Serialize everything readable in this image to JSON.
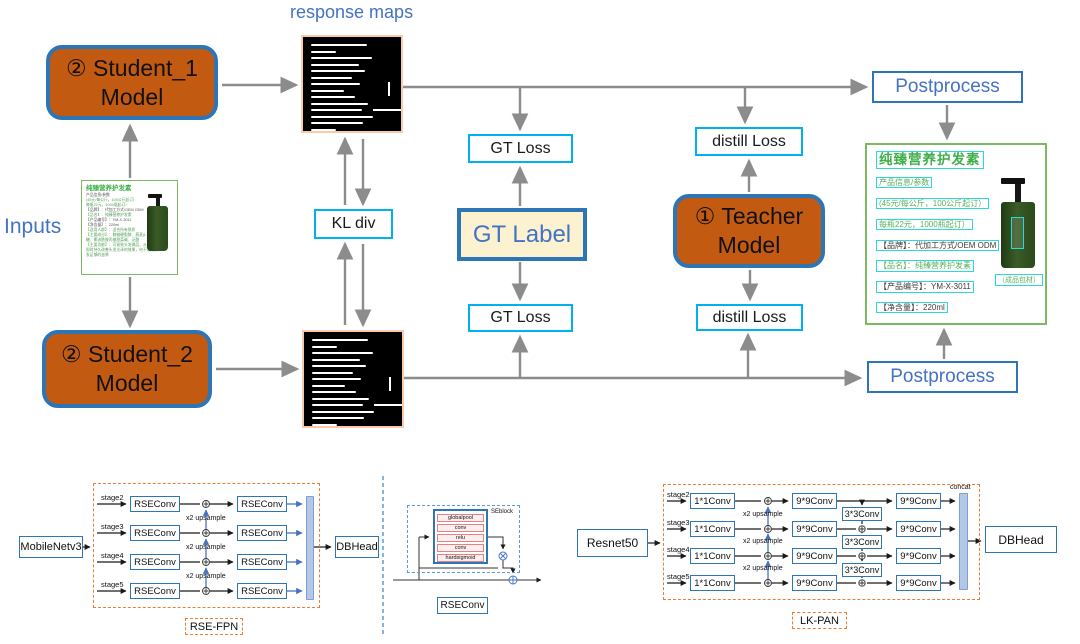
{
  "top": {
    "response_maps_label": "response maps",
    "inputs_label": "Inputs",
    "student1_line1": "② Student_1",
    "student1_line2": "Model",
    "student2_line1": "② Student_2",
    "student2_line2": "Model",
    "teacher_line1": "① Teacher",
    "teacher_line2": "Model",
    "kl_div_label": "KL div",
    "gt_loss_label": "GT Loss",
    "distill_loss_label": "distill Loss",
    "gt_label_label": "GT Label",
    "postprocess_label": "Postprocess"
  },
  "product": {
    "title": "纯臻营养护发素",
    "lines": [
      "产品信息/参数",
      "(45元/每公斤，100公斤起订）",
      "每瓶22元，1000瓶起订）",
      "【品牌】：代加工方式/OEM ODM",
      "【品名】：纯臻营养护发素",
      "【产品编号】：YM-X-3011",
      "【净含量】：220ml",
      "【适用人群】：适合所有肤质",
      "【主要成分】：鲸蜡硬脂醇、燕麦β-葡聚",
      "糖、椰油酰胺丙基甜菜碱、泛醌",
      "【主要功能】：可紧致头发磷层，从而达到",
      "即时持久改善头发光泽的效果，给干燥的头",
      "发足够的滋养"
    ],
    "package_note": "（成品包材）"
  },
  "response_map": {
    "line_widths": [
      68,
      30,
      74,
      58,
      66,
      50,
      60,
      40,
      54,
      70,
      62,
      76,
      64,
      30
    ]
  },
  "stages": [
    "stage2",
    "stage3",
    "stage4",
    "stage5"
  ],
  "fpn": {
    "backbone_label": "MobileNetv3",
    "conv_label": "RSEConv",
    "upsample_label": "x2 upsample",
    "head_label": "DBHead",
    "title": "RSE-FPN"
  },
  "seblock": {
    "layers": [
      "globalpool",
      "conv",
      "relu",
      "conv",
      "hardsigmoid"
    ],
    "block_label": "SEblock",
    "title": "RSEConv"
  },
  "pan": {
    "backbone_label": "Resnet50",
    "conv1_label": "1*1Conv",
    "conv9_label": "9*9Conv",
    "conv3_label": "3*3Conv",
    "upsample_label": "x2 upsample",
    "concat_label": "concat",
    "head_label": "DBHead",
    "title": "LK-PAN"
  },
  "colors": {
    "model_fill": "#C25A11",
    "model_border": "#2E75B6",
    "loss_border": "#00B0F0",
    "accent_blue": "#4472C4",
    "gt_label_fill": "#FCF2CF",
    "blackbox_border": "#F8CBAD",
    "card_border": "#7CB963",
    "dashed_orange": "#ED7D31",
    "concat_bar_fill": "#B4C7E7",
    "arrow_gray": "#8C8C8C"
  }
}
